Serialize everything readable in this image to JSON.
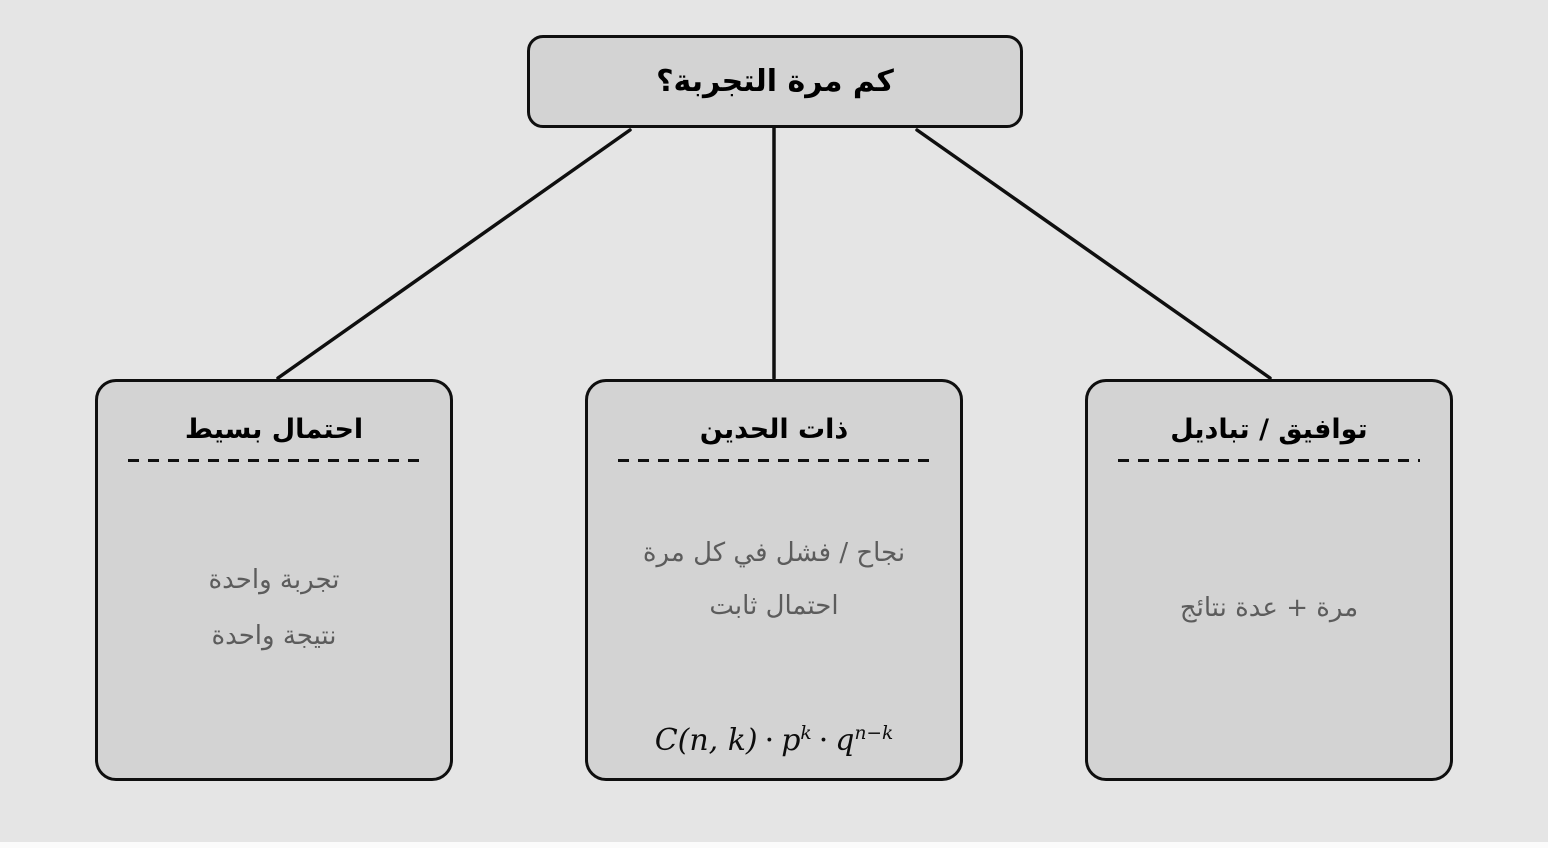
{
  "diagram": {
    "root": {
      "title": "كم مرة التجربة؟"
    },
    "cards": [
      {
        "title": "احتمال بسيط",
        "lines": [
          "تجربة واحدة",
          "نتيجة واحدة"
        ]
      },
      {
        "title": "ذات الحدين",
        "lines": [
          "نجاح / فشل في كل مرة",
          "احتمال ثابت"
        ],
        "formula": {
          "coefficient": "C(n, k)",
          "dot1": "·",
          "p_base": "p",
          "p_exponent": "k",
          "dot2": "·",
          "q_base": "q",
          "q_exponent": "n−k"
        }
      },
      {
        "title": "توافيق / تباديل",
        "lines": [
          "مرة + عدة نتائج"
        ]
      }
    ],
    "colors": {
      "background": "#e5e5e5",
      "node_fill": "#d3d3d3",
      "border": "#0f0f0f",
      "body_text": "#5c5c5c"
    }
  }
}
